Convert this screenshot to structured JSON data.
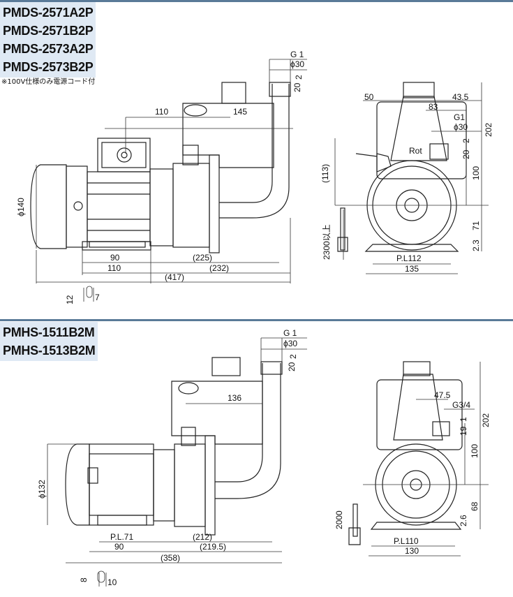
{
  "top": {
    "models": [
      "PMDS-2571A2P",
      "PMDS-2571B2P",
      "PMDS-2573A2P",
      "PMDS-2573B2P"
    ],
    "note": "※100V仕様のみ電源コード付",
    "dims": {
      "g1": "G 1",
      "phi30": "ϕ30",
      "d20": "20",
      "d2": "2",
      "d110": "110",
      "d145": "145",
      "d140": "ϕ140",
      "d90": "90",
      "d225": "(225)",
      "d110b": "110",
      "d232": "(232)",
      "d417": "(417)",
      "d12": "12",
      "d7": "7",
      "d50": "50",
      "d43_5": "43.5",
      "d83": "83",
      "g1b": "G1",
      "phi30b": "ϕ30",
      "d20b": "20",
      "d2b": "2",
      "rot": "Rot",
      "d113": "(113)",
      "d100": "100",
      "d202": "202",
      "d71": "71",
      "d2_3": "2.3",
      "cord": "2300以上",
      "pl112": "P.L112",
      "d135": "135"
    }
  },
  "bottom": {
    "models": [
      "PMHS-1511B2M",
      "PMHS-1513B2M"
    ],
    "dims": {
      "g1": "G 1",
      "phi30": "ϕ30",
      "d20": "20",
      "d2": "2",
      "d136": "136",
      "d132": "ϕ132",
      "pl71": "P.L.71",
      "d212": "(212)",
      "d90": "90",
      "d219_5": "(219.5)",
      "d358": "(358)",
      "d8": "8",
      "d10": "10",
      "d47_5": "47.5",
      "g3_4": "G3/4",
      "d19": "19",
      "d1": "1",
      "d100": "100",
      "d202": "202",
      "d68": "68",
      "d2_6": "2.6",
      "cord": "2000",
      "pl110": "P.L110",
      "d130": "130"
    }
  }
}
